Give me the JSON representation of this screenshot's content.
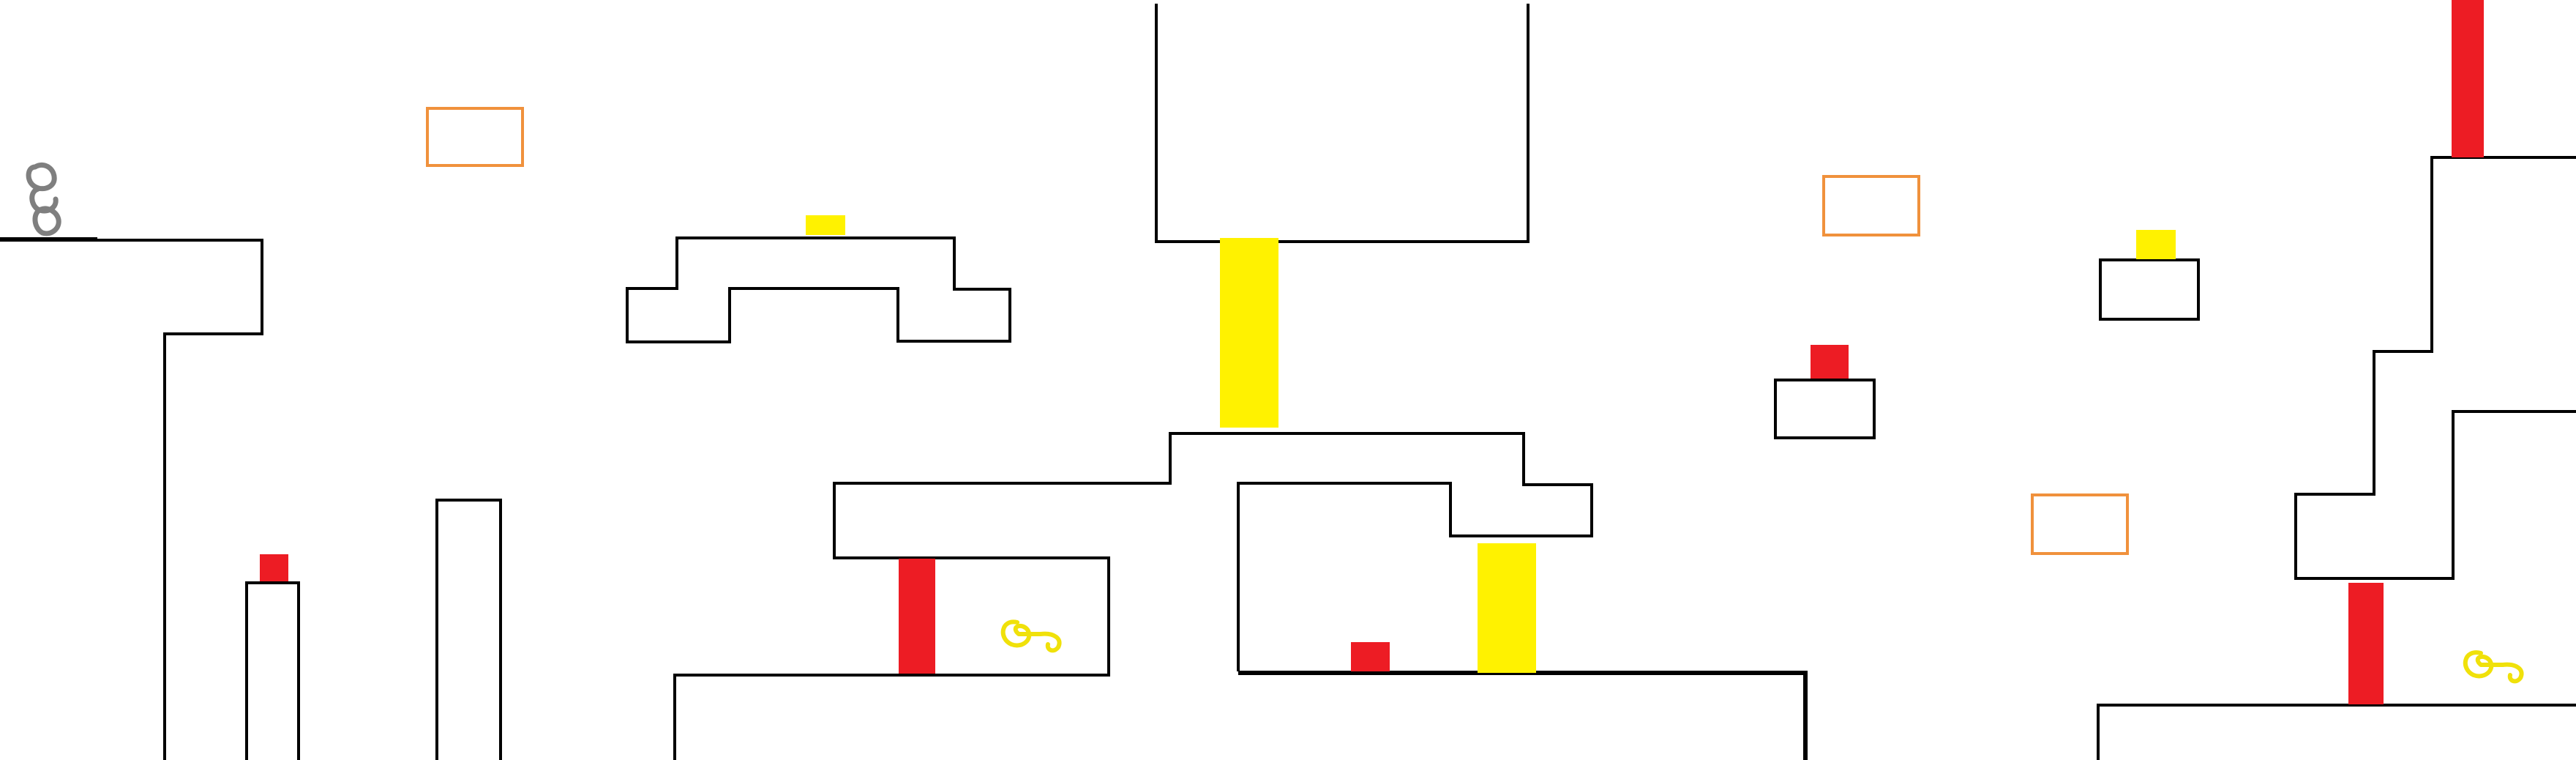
{
  "level": {
    "colors": {
      "background": "#ffffff",
      "wall": "#000000",
      "hazard_red": "#ed1c24",
      "bounce_yellow": "#fff200",
      "box_orange": "#f0913c",
      "player_gray": "#7f7f7f",
      "key_yellow": "#f0e10a"
    },
    "entities": [
      "player-chain-sprite",
      "key-sprite",
      "red-block",
      "yellow-block",
      "orange-box-outline"
    ]
  }
}
